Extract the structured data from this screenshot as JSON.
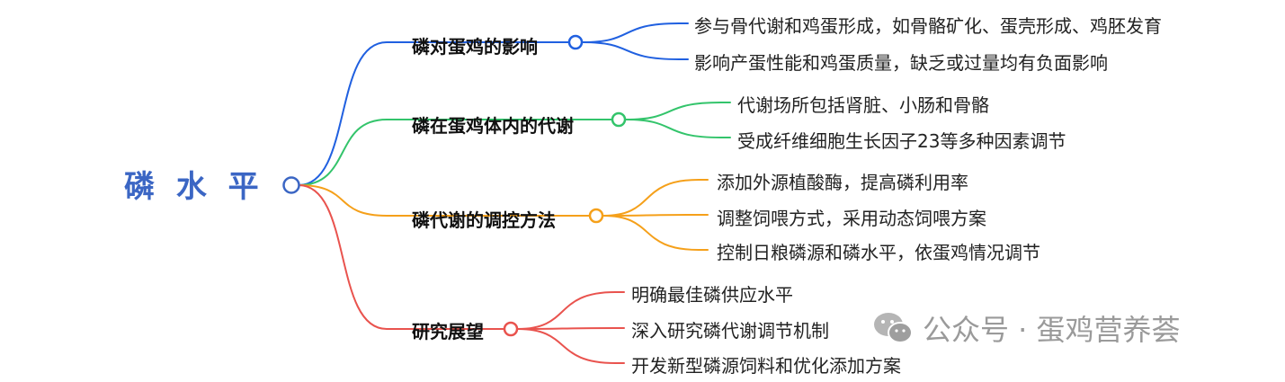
{
  "root": {
    "label": "磷 水 平",
    "color": "#3b66c4"
  },
  "branches": [
    {
      "label": "磷对蛋鸡的影响",
      "color": "#2060e0",
      "leaves": [
        "参与骨代谢和鸡蛋形成，如骨骼矿化、蛋壳形成、鸡胚发育",
        "影响产蛋性能和鸡蛋质量，缺乏或过量均有负面影响"
      ]
    },
    {
      "label": "磷在蛋鸡体内的代谢",
      "color": "#33c46b",
      "leaves": [
        "代谢场所包括肾脏、小肠和骨骼",
        "受成纤维细胞生长因子23等多种因素调节"
      ]
    },
    {
      "label": "磷代谢的调控方法",
      "color": "#f5a01a",
      "leaves": [
        "添加外源植酸酶，提高磷利用率",
        "调整饲喂方式，采用动态饲喂方案",
        "控制日粮磷源和磷水平，依蛋鸡情况调节"
      ]
    },
    {
      "label": "研究展望",
      "color": "#e9534e",
      "leaves": [
        "明确最佳磷供应水平",
        "深入研究磷代谢调节机制",
        "开发新型磷源饲料和优化添加方案"
      ]
    }
  ],
  "watermark": {
    "text": "公众号 · 蛋鸡营养荟",
    "icon": "wechat-icon"
  }
}
